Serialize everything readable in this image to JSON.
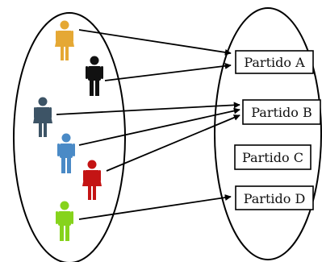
{
  "people": [
    {
      "id": "woman-yellow",
      "type": "woman",
      "color": "#e5a834",
      "party": "partido-a"
    },
    {
      "id": "man-black",
      "type": "man",
      "color": "#111111",
      "party": "partido-a"
    },
    {
      "id": "woman-slate",
      "type": "woman",
      "color": "#3d5466",
      "party": "partido-b"
    },
    {
      "id": "man-blue",
      "type": "man",
      "color": "#4a8ac6",
      "party": "partido-b"
    },
    {
      "id": "woman-red",
      "type": "woman",
      "color": "#c41414",
      "party": "partido-b"
    },
    {
      "id": "man-green",
      "type": "man",
      "color": "#86d31c",
      "party": "partido-d"
    }
  ],
  "parties": [
    {
      "id": "partido-a",
      "label": "Partido A"
    },
    {
      "id": "partido-b",
      "label": "Partido B"
    },
    {
      "id": "partido-c",
      "label": "Partido C"
    },
    {
      "id": "partido-d",
      "label": "Partido D"
    }
  ]
}
